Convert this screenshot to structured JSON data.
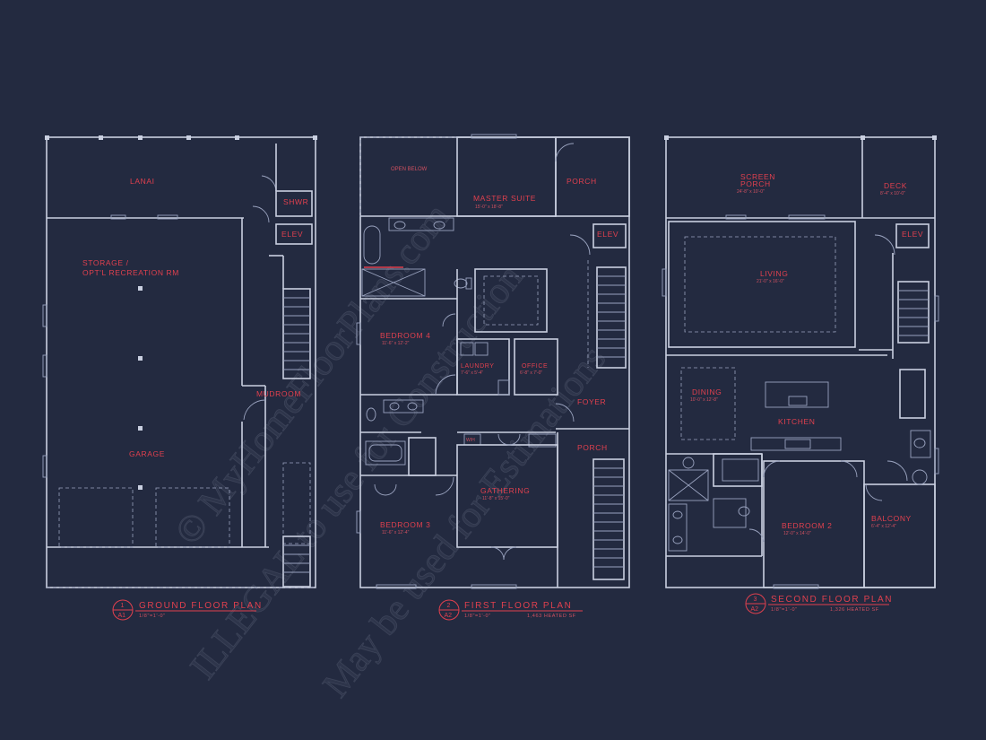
{
  "watermark": {
    "line1": "© MyHomeFloorPlans.com",
    "line2": "ILLEGAL to use for Construction",
    "line3": "May be used for Estimations"
  },
  "ground": {
    "title": "GROUND FLOOR PLAN",
    "scale": "1/8\"=1'-0\"",
    "badge_top": "1",
    "badge_bottom": "A1",
    "rooms": {
      "lanai": "LANAI",
      "shwr": "SHWR",
      "elev": "ELEV",
      "storage_l1": "STORAGE /",
      "storage_l2": "OPT'L RECREATION RM",
      "mudroom": "MUDROOM",
      "garage": "GARAGE"
    }
  },
  "first": {
    "title": "FIRST FLOOR PLAN",
    "scale": "1/8\"=1'-0\"",
    "heated": "1,463 HEATED SF",
    "badge_top": "2",
    "badge_bottom": "A2",
    "rooms": {
      "open_below": "OPEN BELOW",
      "master": "MASTER SUITE",
      "master_dim": "15'-0\" x 18'-8\"",
      "porch_top": "PORCH",
      "elev": "ELEV",
      "bed4": "BEDROOM 4",
      "bed4_dim": "11'-6\" x 12'-2\"",
      "laundry": "LAUNDRY",
      "laundry_dim": "7'-6\" x 5'-4\"",
      "office": "OFFICE",
      "office_dim": "6'-8\" x 7'-0\"",
      "foyer": "FOYER",
      "porch_bottom": "PORCH",
      "gathering": "GATHERING",
      "gathering_dim": "11'-8\" x 15'-0\"",
      "bed3": "BEDROOM 3",
      "bed3_dim": "11'-6\" x 12'-4\"",
      "wh": "W/H"
    }
  },
  "second": {
    "title": "SECOND FLOOR PLAN",
    "scale": "1/8\"=1'-0\"",
    "heated": "1,326 HEATED SF",
    "badge_top": "3",
    "badge_bottom": "A2",
    "rooms": {
      "screen_l1": "SCREEN",
      "screen_l2": "PORCH",
      "screen_dim": "24'-8\" x 10'-0\"",
      "deck": "DECK",
      "deck_dim": "8'-4\" x 10'-0\"",
      "elev": "ELEV",
      "living": "LIVING",
      "living_dim": "21'-0\" x 16'-0\"",
      "dining": "DINING",
      "dining_dim": "10'-0\" x 12'-8\"",
      "kitchen": "KITCHEN",
      "bed2": "BEDROOM 2",
      "bed2_dim": "12'-0\" x 14'-0\"",
      "balcony": "BALCONY",
      "balcony_dim": "6'-4\" x 12'-4\""
    }
  }
}
